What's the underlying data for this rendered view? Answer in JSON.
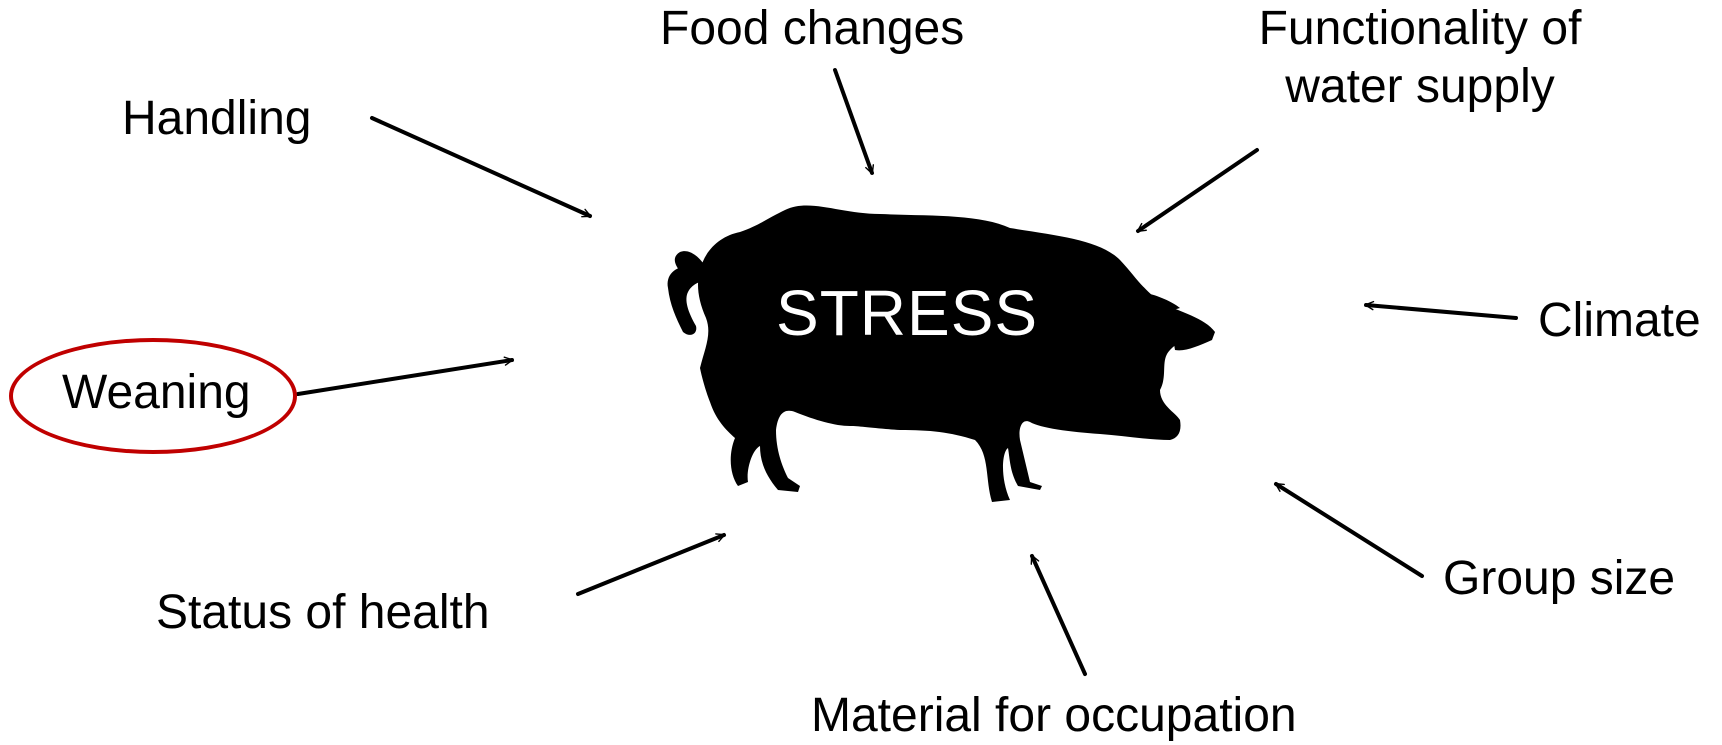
{
  "center": {
    "label": "STRESS"
  },
  "factors": {
    "food_changes": "Food changes",
    "water_supply_line1": "Functionality of",
    "water_supply_line2": "water supply",
    "handling": "Handling",
    "climate": "Climate",
    "weaning": "Weaning",
    "status_of_health": "Status of health",
    "group_size": "Group size",
    "material_for_occupation": "Material for occupation"
  },
  "highlighted_factor": "weaning",
  "colors": {
    "silhouette": "#000000",
    "arrows": "#000000",
    "text": "#000000",
    "center_text": "#ffffff",
    "highlight": "#c00000",
    "background": "#ffffff"
  },
  "icons": {
    "center_icon": "pig-silhouette-icon",
    "arrow_icon": "arrow-right-icon"
  }
}
